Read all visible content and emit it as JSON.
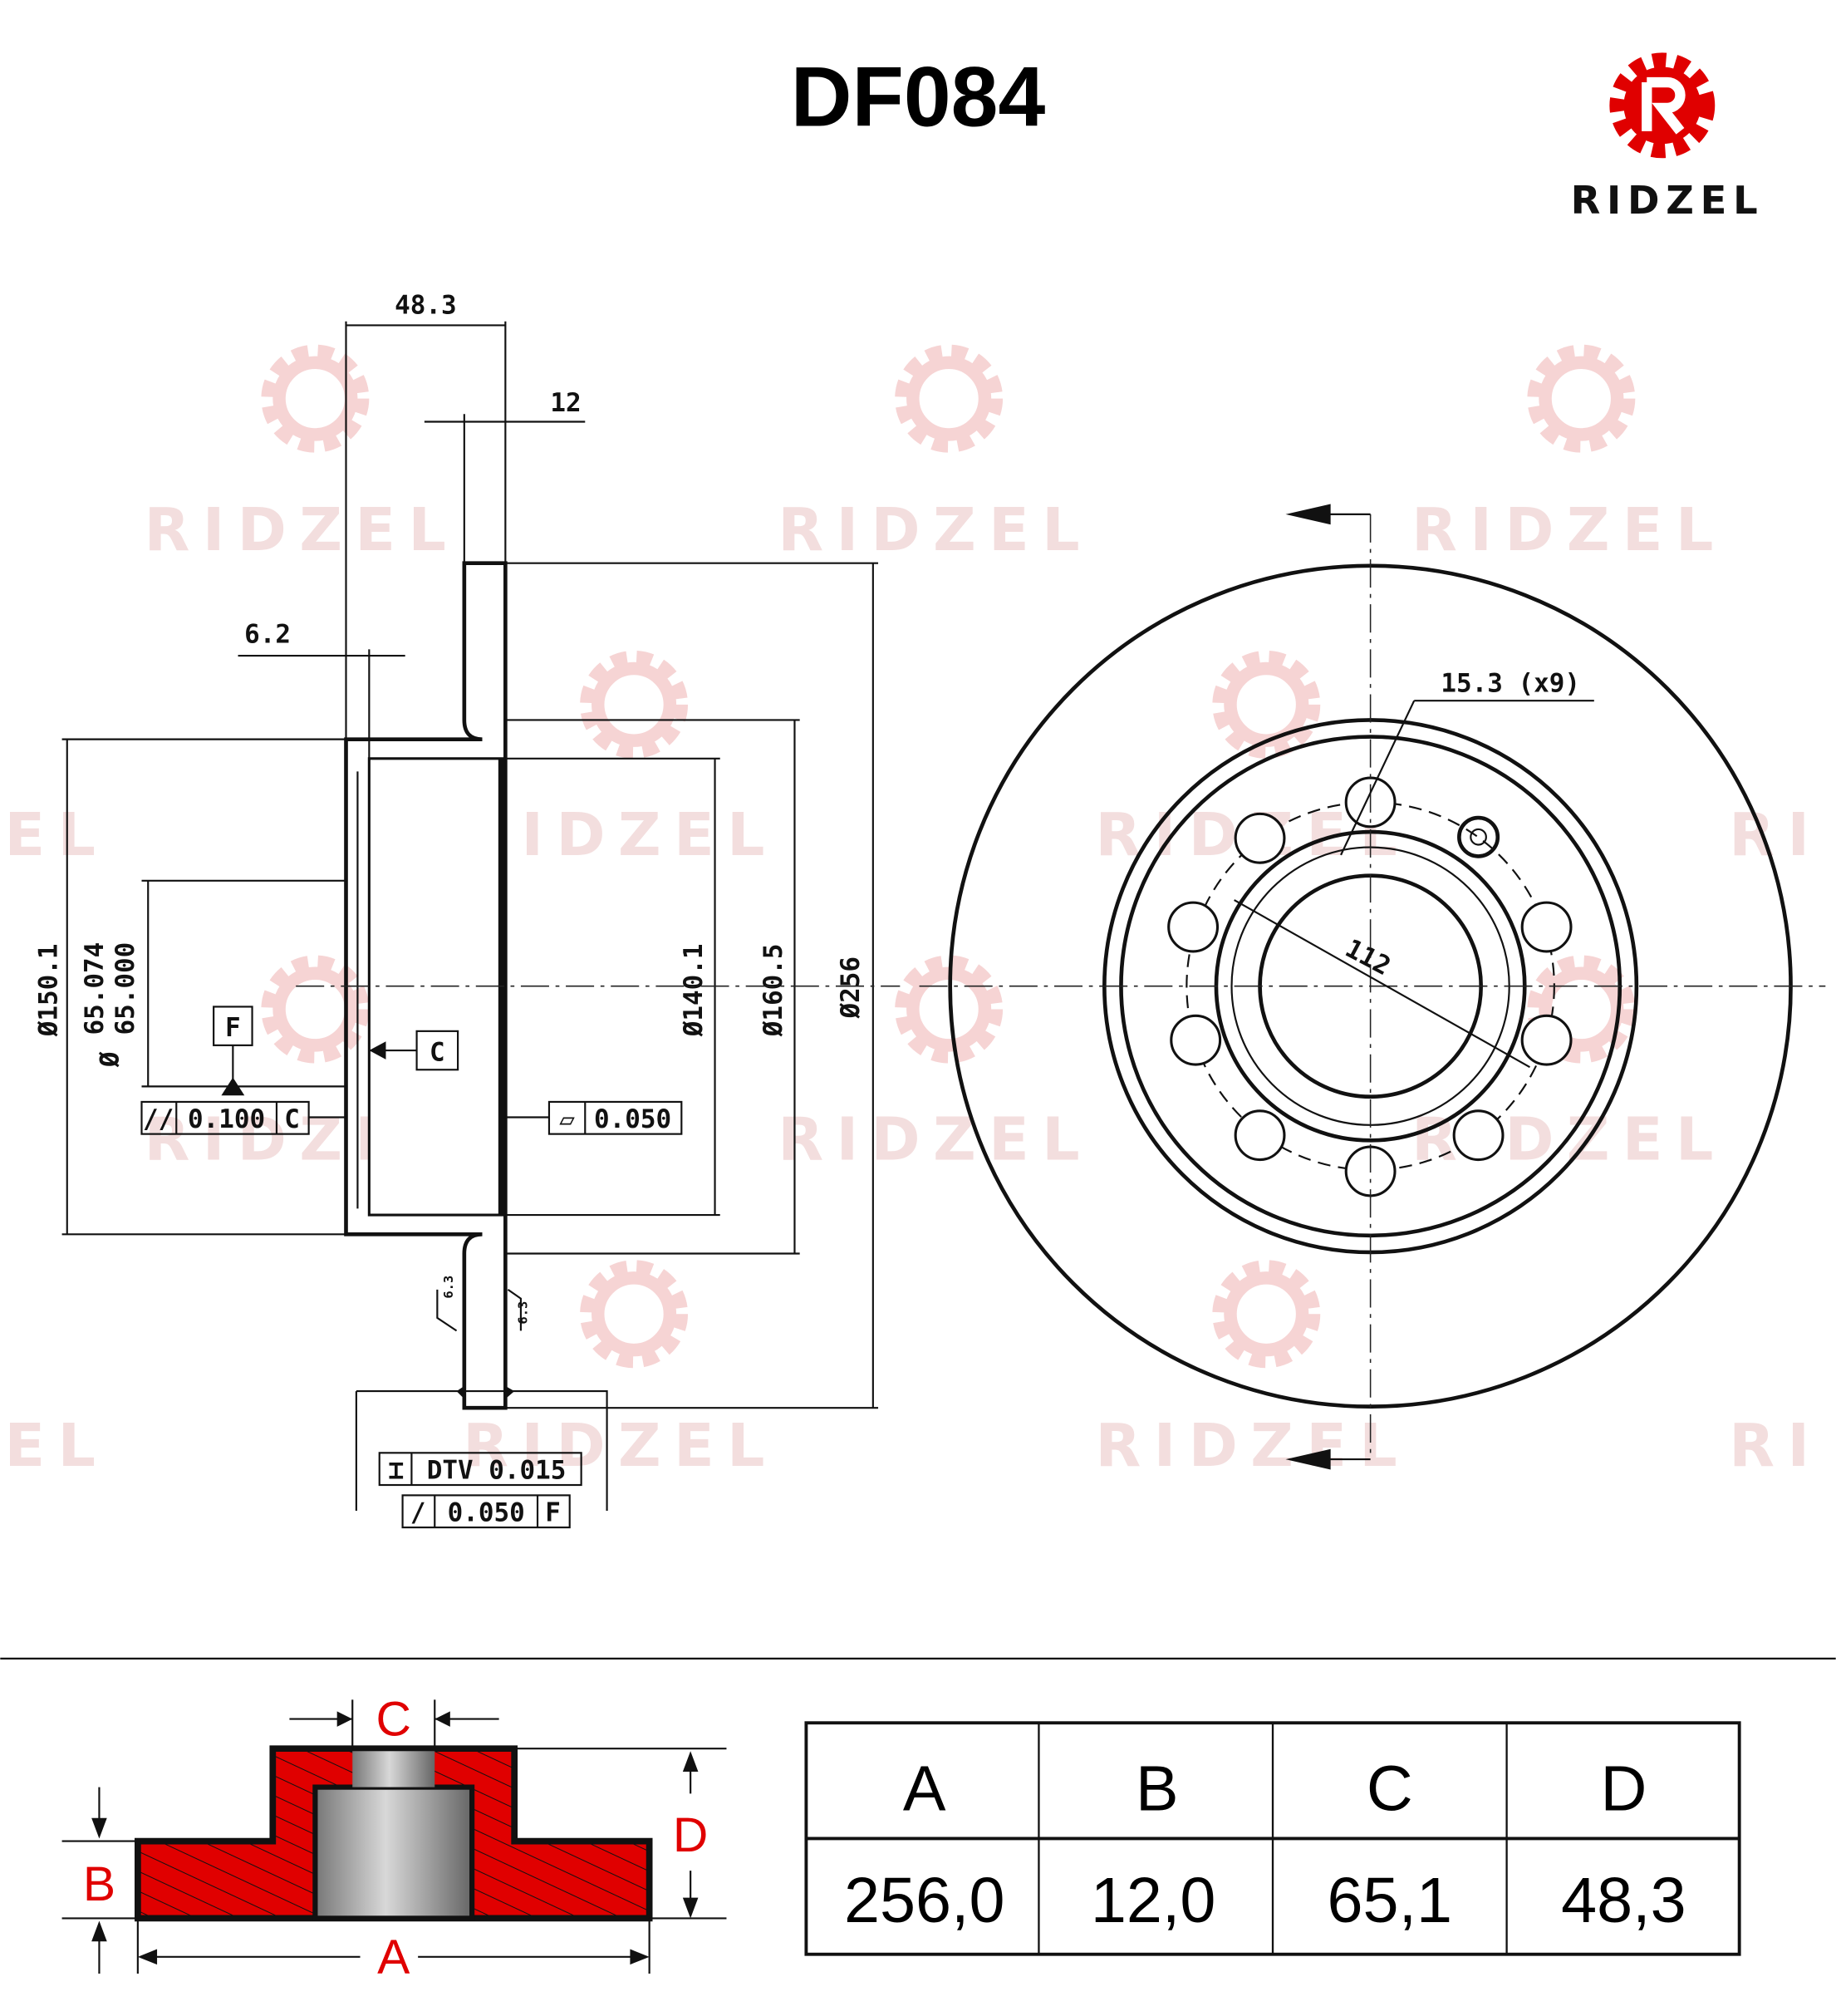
{
  "header": {
    "title": "DF084",
    "brand": "RIDZEL"
  },
  "watermark": {
    "text": "RIDZEL"
  },
  "side_view": {
    "dim_width": "48.3",
    "dim_thickness": "12",
    "dim_offset": "6.2",
    "dia_150": "Ø150.1",
    "dia_65_sym": "Ø",
    "dia_65_max": "65.074",
    "dia_65_min": "65.000",
    "dia_140": "Ø140.1",
    "dia_160": "Ø160.5",
    "dia_256": "Ø256",
    "datum_f": "F",
    "datum_c": "C",
    "parallel_sym": "//",
    "parallel_val": "0.100",
    "parallel_ref": "C",
    "flat_sym": "▱",
    "flat_val": "0.050",
    "rough_left": "6.3",
    "rough_right": "6.3",
    "dtv_sym": "⌶",
    "dtv_val": "DTV 0.015",
    "runout_sym": "/",
    "runout_val": "0.050",
    "runout_ref": "F"
  },
  "front_view": {
    "holes_label": "15.3 (x9)",
    "pcd_label": "112"
  },
  "legend": {
    "label_a": "A",
    "label_b": "B",
    "label_c": "C",
    "label_d": "D"
  },
  "table": {
    "headers": [
      "A",
      "B",
      "C",
      "D"
    ],
    "values": [
      "256,0",
      "12,0",
      "65,1",
      "48,3"
    ]
  },
  "colors": {
    "brand_red": "#e00000",
    "watermark": "#f3dede"
  }
}
